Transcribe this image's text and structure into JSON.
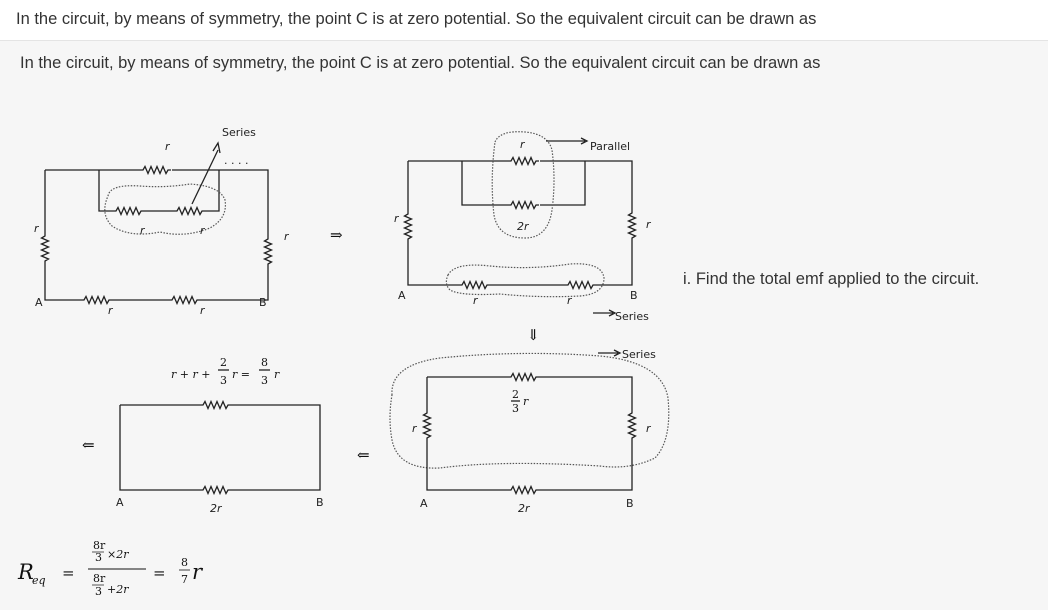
{
  "statement": "In the circuit, by means of symmetry, the point C is at zero potential. So the equivalent circuit can be drawn as",
  "statement_repeat": "In the circuit, by means of symmetry, the point C is at zero potential. So the equivalent circuit can be drawn as",
  "question": "i. Find the total emf applied to the circuit.",
  "figure": {
    "series": "Series",
    "parallel": "Parallel",
    "r": "r",
    "two_r": "2r",
    "node_a": "A",
    "node_b": "B",
    "two": "2",
    "three": "3",
    "eight": "8",
    "expr_lhs": "r + r +",
    "expr_mid": "r =",
    "arrow_right": "⇒",
    "arrow_left": "⇐",
    "arrow_down": "⇓"
  },
  "formula": {
    "lhs": "R",
    "sub": "eq",
    "eq": "=",
    "num_frac_num": "8r",
    "num_frac_den": "3",
    "num_rest": "×2r",
    "den_frac_num": "8r",
    "den_frac_den": "3",
    "den_rest": "+2r",
    "result_num": "8",
    "result_den": "7",
    "result_var": "r"
  }
}
